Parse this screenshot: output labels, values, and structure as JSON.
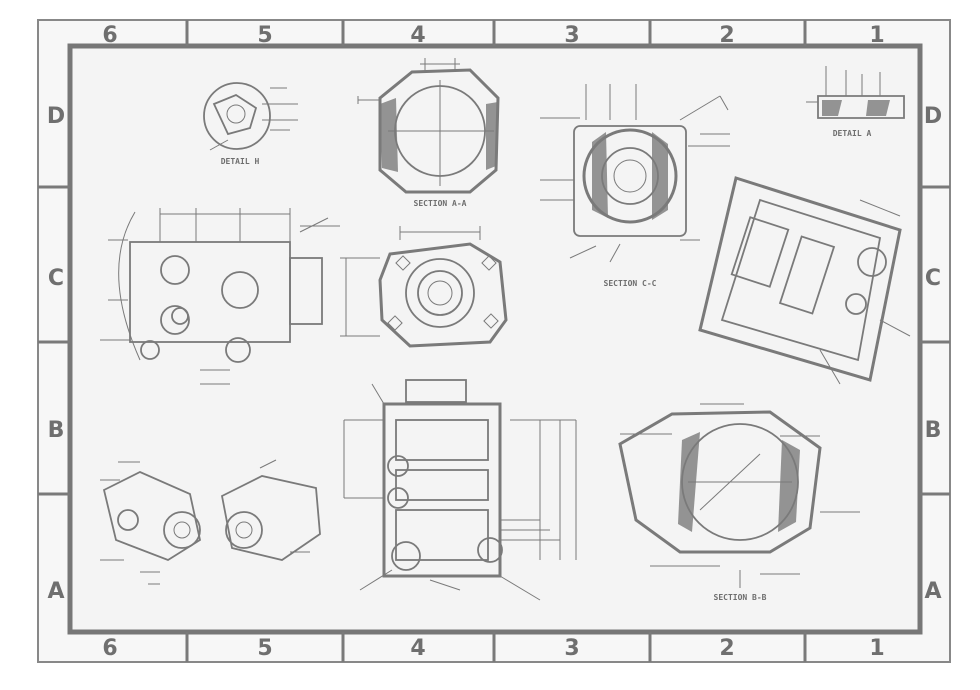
{
  "sheet": {
    "zones_top": [
      "6",
      "5",
      "4",
      "3",
      "2",
      "1"
    ],
    "zones_bottom": [
      "6",
      "5",
      "4",
      "3",
      "2",
      "1"
    ],
    "zones_left": [
      "D",
      "C",
      "B",
      "A"
    ],
    "zones_right": [
      "D",
      "C",
      "B",
      "A"
    ]
  },
  "views": {
    "detail_h": "DETAIL H",
    "section_a": "SECTION A-A",
    "section_c": "SECTION C-C",
    "detail_a": "DETAIL A",
    "section_b": "SECTION B-B"
  },
  "colors": {
    "line": "#7a7a7a",
    "paper": "#f7f7f7",
    "border": "#777777"
  }
}
